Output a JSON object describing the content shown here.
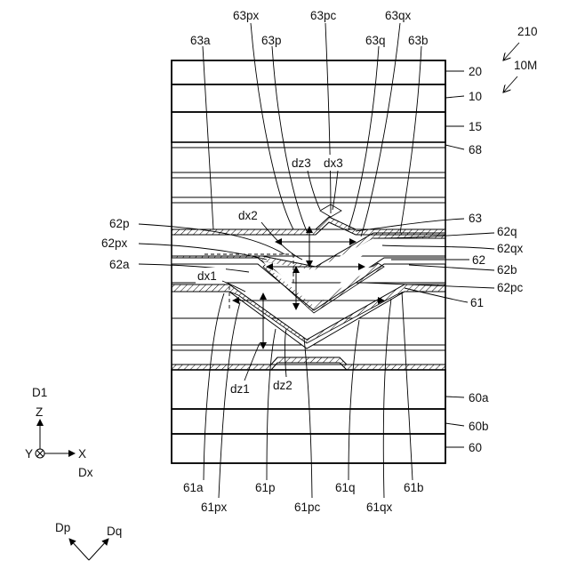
{
  "figure": {
    "ref_main": "210",
    "ref_sub": "10M"
  },
  "layer_labels": {
    "l20": "20",
    "l10": "10",
    "l15": "15",
    "l68": "68",
    "l63": "63",
    "l62q": "62q",
    "l62qx": "62qx",
    "l62": "62",
    "l62b": "62b",
    "l62pc": "62pc",
    "l61": "61",
    "l60a": "60a",
    "l60b": "60b",
    "l60": "60"
  },
  "top_labels": {
    "t63a": "63a",
    "t63px": "63px",
    "t63p": "63p",
    "t63pc": "63pc",
    "t63q": "63q",
    "t63qx": "63qx",
    "t63b": "63b"
  },
  "left_labels": {
    "l62p": "62p",
    "l62px": "62px",
    "l62a": "62a"
  },
  "inner_labels": {
    "dz3": "dz3",
    "dx3": "dx3",
    "dx2": "dx2",
    "dx1": "dx1",
    "dz1": "dz1",
    "dz2": "dz2"
  },
  "bottom_labels": {
    "b61a": "61a",
    "b61px": "61px",
    "b61p": "61p",
    "b61pc": "61pc",
    "b61q": "61q",
    "b61qx": "61qx",
    "b61b": "61b"
  },
  "axes": {
    "d1": "D1",
    "z": "Z",
    "y": "Y",
    "x": "X",
    "dx": "Dx",
    "dp": "Dp",
    "dq": "Dq"
  }
}
